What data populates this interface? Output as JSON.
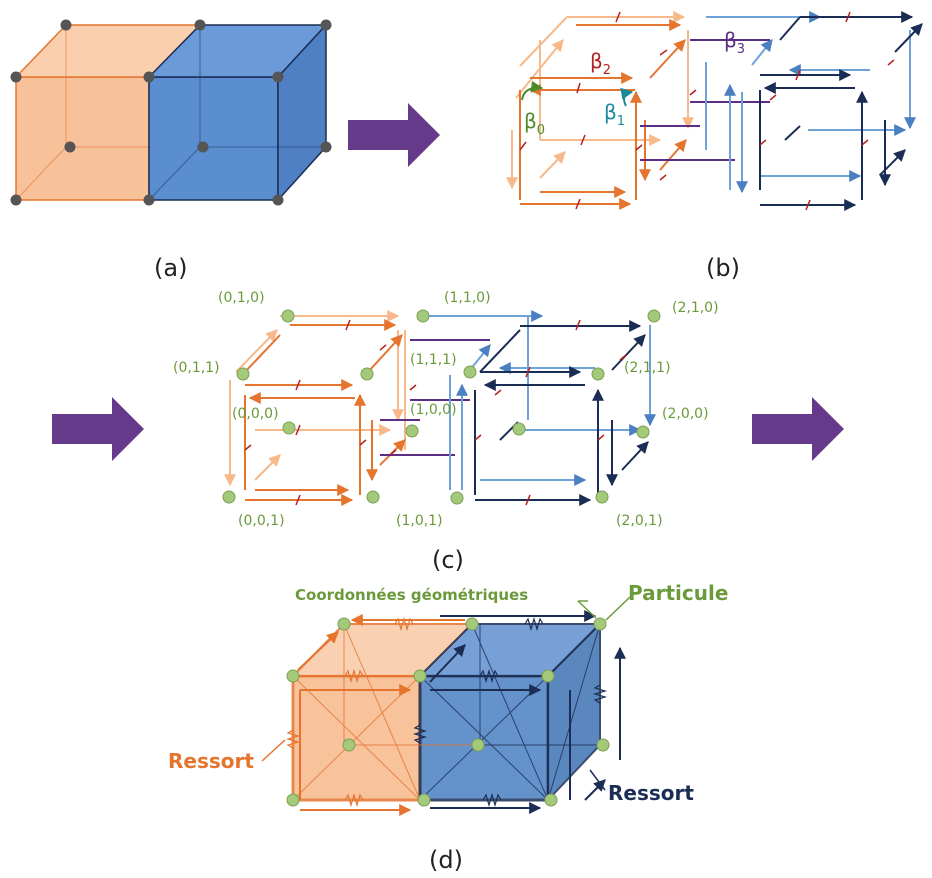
{
  "panel_a": {
    "label": "(a)"
  },
  "panel_b": {
    "label": "(b)",
    "beta0": "β",
    "beta0_sub": "0",
    "beta1": "β",
    "beta1_sub": "1",
    "beta2": "β",
    "beta2_sub": "2",
    "beta3": "β",
    "beta3_sub": "3"
  },
  "panel_c": {
    "label": "(c)",
    "coords": [
      "(0,1,0)",
      "(1,1,0)",
      "(2,1,0)",
      "(0,1,1)",
      "(1,1,1)",
      "(2,1,1)",
      "(0,0,0)",
      "(1,0,0)",
      "(2,0,0)",
      "(0,0,1)",
      "(1,0,1)",
      "(2,0,1)"
    ]
  },
  "panel_d": {
    "label": "(d)",
    "geom_label": "Coordonnées géométriques",
    "particle_label": "Particule",
    "spring_left_label": "Ressort",
    "spring_right_label": "Ressort"
  },
  "colors": {
    "orange": "#e5742f",
    "light_orange": "#f7b98a",
    "blue": "#4a7fc1",
    "light_blue": "#6fa2d8",
    "navy": "#1b2d55",
    "purple": "#5b2e83",
    "red": "#b52020",
    "green_node": "#a5c97a",
    "green_text": "#6a9a3a",
    "arrow": "#663a8a"
  }
}
